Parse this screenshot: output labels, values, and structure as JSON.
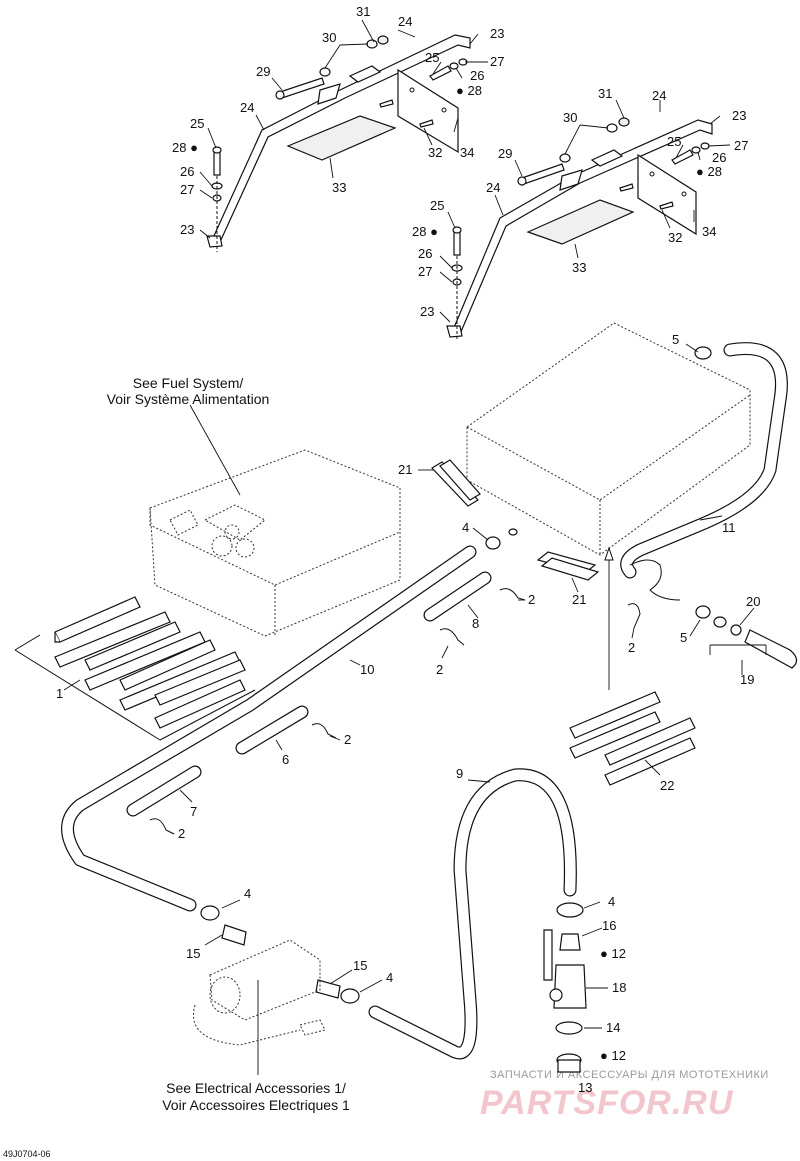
{
  "diagram": {
    "reference_code": "49J0704-06",
    "notes": {
      "fuel_system_en": "See Fuel System/",
      "fuel_system_fr": "Voir Système Alimentation",
      "electrical_en": "See Electrical Accessories 1/",
      "electrical_fr": "Voir Accessoires Electriques 1"
    },
    "callouts": {
      "c31a": "31",
      "c24a": "24",
      "c23a": "23",
      "c30a": "30",
      "c25a": "25",
      "c27a": "27",
      "c29a": "29",
      "c26a": "26",
      "c28a": "28",
      "c24b": "24",
      "c25b": "25",
      "c28b": "28",
      "c32a": "32",
      "c34a": "34",
      "c26b": "26",
      "c33a": "33",
      "c27b": "27",
      "c23b": "23",
      "c31b": "31",
      "c24c": "24",
      "c23c": "23",
      "c30b": "30",
      "c25c": "25",
      "c27c": "27",
      "c29b": "29",
      "c26c": "26",
      "c28c": "28",
      "c24d": "24",
      "c25d": "25",
      "c28d": "28",
      "c32b": "32",
      "c34b": "34",
      "c26d": "26",
      "c33b": "33",
      "c27d": "27",
      "c23d": "23",
      "c5a": "5",
      "c21a": "21",
      "c4a": "4",
      "c11": "11",
      "c2a": "2",
      "c21b": "21",
      "c8": "8",
      "c20": "20",
      "c2b": "2",
      "c5b": "5",
      "c10": "10",
      "c2c": "2",
      "c19": "19",
      "c1": "1",
      "c2d": "2",
      "c6": "6",
      "c22": "22",
      "c9": "9",
      "c7": "7",
      "c2e": "2",
      "c4b": "4",
      "c4c": "4",
      "c16": "16",
      "c15a": "15",
      "c12a": "12",
      "c15b": "15",
      "c4d": "4",
      "c18": "18",
      "c14": "14",
      "c12b": "12",
      "c13": "13"
    },
    "watermark": {
      "tagline": "ЗАПЧАСТИ И АКСЕССУАРЫ ДЛЯ МОТОТЕХНИКИ",
      "logo": "PARTSFOR.RU"
    }
  }
}
